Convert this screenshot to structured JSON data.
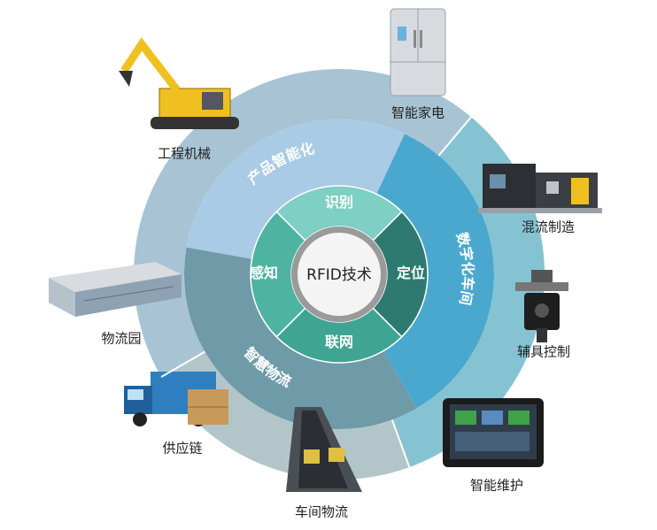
{
  "center": {
    "title": "RFID技术"
  },
  "inner_ring": {
    "items": [
      {
        "label": "识别",
        "color": "#7ecfc4"
      },
      {
        "label": "定位",
        "color": "#2e7a70"
      },
      {
        "label": "联网",
        "color": "#3fa592"
      },
      {
        "label": "感知",
        "color": "#4fb3a2"
      }
    ]
  },
  "middle_ring": {
    "sectors": [
      {
        "label": "产品智能化",
        "color": "#a9cbe6"
      },
      {
        "label": "数字化车间",
        "color": "#4aa8cf"
      },
      {
        "label": "智慧物流",
        "color": "#6f9aa8"
      }
    ]
  },
  "outer_ring": {
    "items": [
      {
        "label": "智能家电",
        "icon": "refrigerator-icon"
      },
      {
        "label": "混流制造",
        "icon": "factory-machine-icon"
      },
      {
        "label": "辅具控制",
        "icon": "fixture-device-icon"
      },
      {
        "label": "智能维护",
        "icon": "tablet-monitor-icon"
      },
      {
        "label": "车间物流",
        "icon": "conveyor-icon"
      },
      {
        "label": "供应链",
        "icon": "truck-icon"
      },
      {
        "label": "物流园",
        "icon": "warehouse-icon"
      },
      {
        "label": "工程机械",
        "icon": "excavator-icon"
      }
    ],
    "colors": {
      "top": "#a8c4d4",
      "right": "#86c3d2",
      "bottom": "#a9c0c4"
    }
  }
}
